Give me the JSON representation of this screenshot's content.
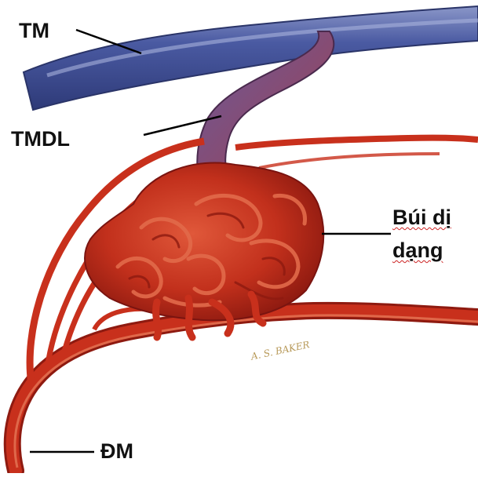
{
  "labels": {
    "tm": "TM",
    "tmdl": "TMDL",
    "avm_line1": "Búi dị",
    "avm_line2": "dạng",
    "dm": "ĐM"
  },
  "signature": "A. S. BAKER",
  "colors": {
    "vein": "#3a4a8e",
    "vein_highlight": "#8a96c8",
    "draining_vein": "#8a4a6e",
    "artery": "#c8301c",
    "artery_dark": "#8e1a10",
    "artery_light": "#e26a4a",
    "leader_line": "#000000"
  }
}
